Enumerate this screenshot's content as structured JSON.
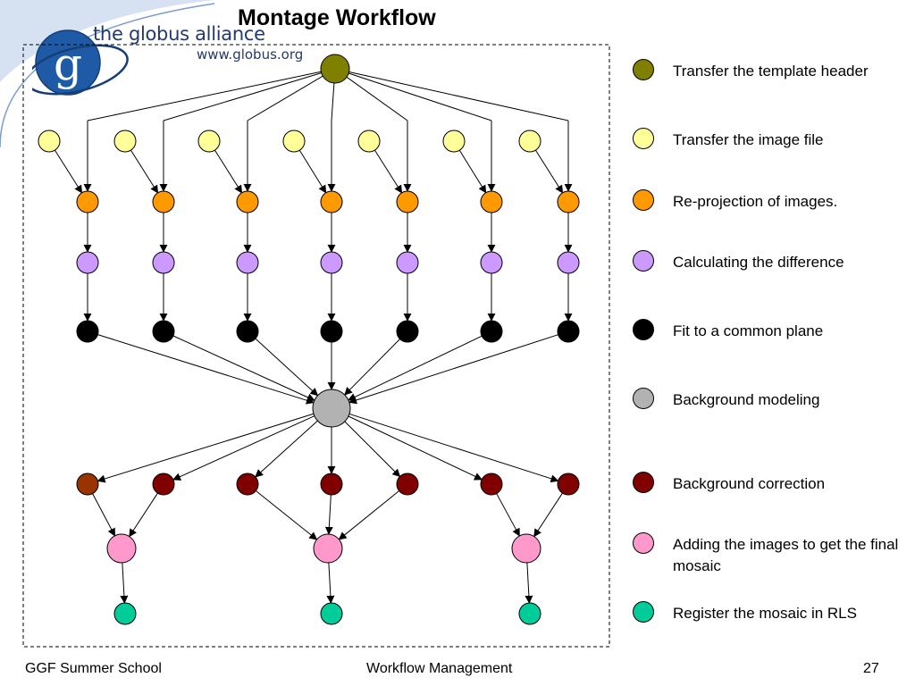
{
  "slide": {
    "title": "Montage Workflow",
    "logo": {
      "name": "the globus alliance",
      "url": "www.globus.org",
      "glyph": "g"
    },
    "footer": {
      "left": "GGF Summer School",
      "center": "Workflow Management",
      "page": "27"
    }
  },
  "colors": {
    "template_header": "#808000",
    "image_file": "#ffff99",
    "reprojection": "#ff9900",
    "difference": "#cc99ff",
    "fit": "#000000",
    "background_model": "#b2b2b2",
    "bg_correction": "#800000",
    "bg_correction_first": "#993300",
    "add_images": "#ff99cc",
    "register": "#00cc99"
  },
  "legend": [
    {
      "label": "Transfer the template header",
      "color_key": "template_header"
    },
    {
      "label": "Transfer the image file",
      "color_key": "image_file"
    },
    {
      "label": "Re-projection of images.",
      "color_key": "reprojection"
    },
    {
      "label": "Calculating the difference",
      "color_key": "difference"
    },
    {
      "label": "Fit to a common plane",
      "color_key": "fit"
    },
    {
      "label": "Background modeling",
      "color_key": "background_model"
    },
    {
      "label": "Background correction",
      "color_key": "bg_correction"
    },
    {
      "label": "Adding the images to get the final mosaic",
      "color_key": "add_images"
    },
    {
      "label": "Register the mosaic in RLS",
      "color_key": "register"
    }
  ]
}
